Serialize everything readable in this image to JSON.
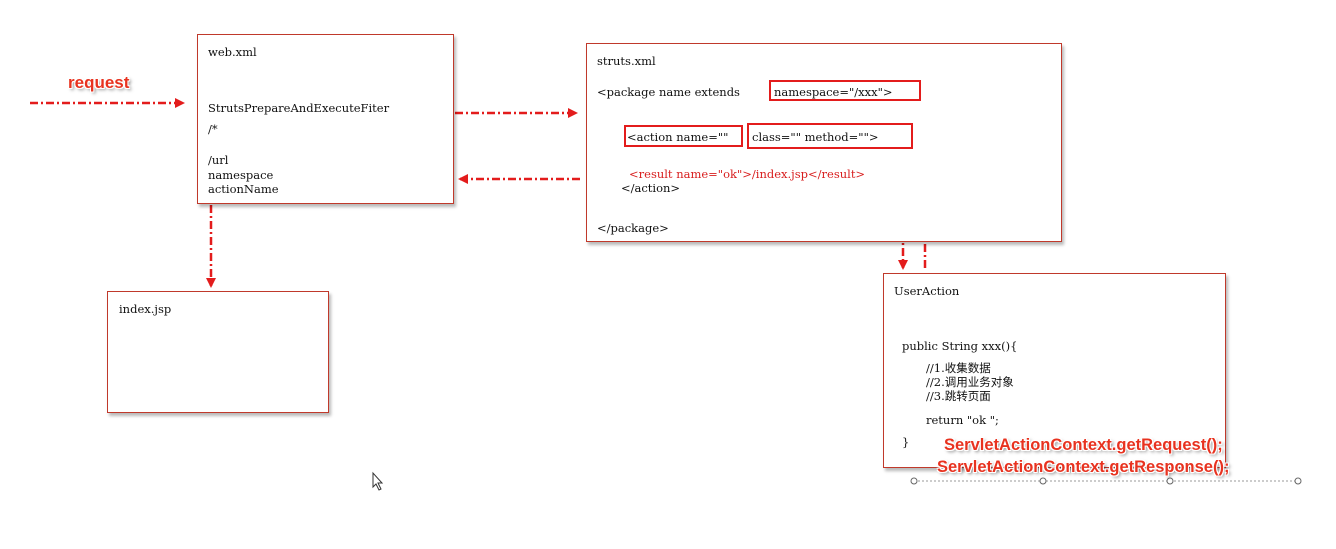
{
  "request_label": "request",
  "web_xml": {
    "title": "web.xml",
    "filter": "StrutsPrepareAndExecuteFiter",
    "pattern": "/*",
    "url": "/url",
    "namespace": "namespace",
    "action_name": "actionName"
  },
  "struts_xml": {
    "title": "struts.xml",
    "package_open": "<package name extends",
    "namespace_attr": "namespace=\"/xxx\">",
    "action_name_attr": "<action name=\"\"",
    "class_method_attr": "class=\"\" method=\"\">",
    "result_line": "<result name=\"ok\">/index.jsp</result>",
    "action_close": "</action>",
    "package_close": "</package>"
  },
  "index_jsp": {
    "title": "index.jsp"
  },
  "user_action": {
    "title": "UserAction",
    "method_sig": "public String xxx(){",
    "comment1": "//1.收集数据",
    "comment2": "//2.调用业务对象",
    "comment3": "//3.跳转页面",
    "return_line": "return \"ok \";",
    "close_brace": "}"
  },
  "servlet_note": {
    "line1": "ServletActionContext.getRequest();",
    "line2": "ServletActionContext.getResponse();"
  },
  "colors": {
    "accent_red": "#e31c1c",
    "box_border": "#c0392b"
  }
}
